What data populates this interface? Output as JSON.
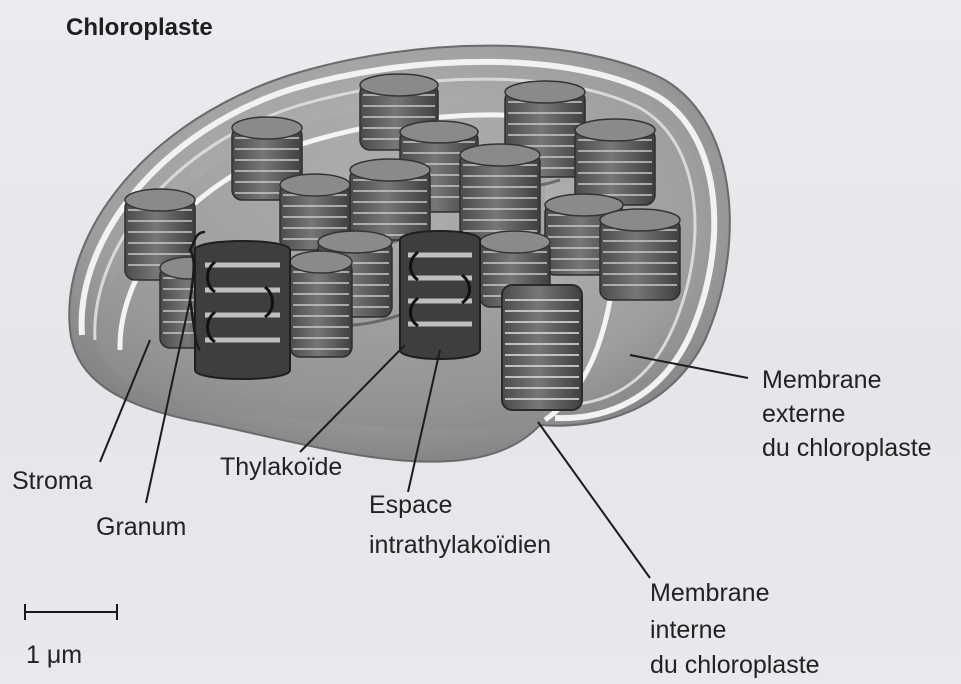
{
  "title": "Chloroplaste",
  "labels": {
    "stroma": "Stroma",
    "granum": "Granum",
    "thylakoide": "Thylakoïde",
    "espace_line1": "Espace",
    "espace_line2": "intrathylakoïdien",
    "membrane_externe_line1": "Membrane",
    "membrane_externe_line2": "externe",
    "membrane_externe_line3": "du chloroplaste",
    "membrane_interne_line1": "Membrane",
    "membrane_interne_line2": "interne",
    "membrane_interne_line3": "du chloroplaste"
  },
  "scale_bar": {
    "label": "1 μm"
  }
}
